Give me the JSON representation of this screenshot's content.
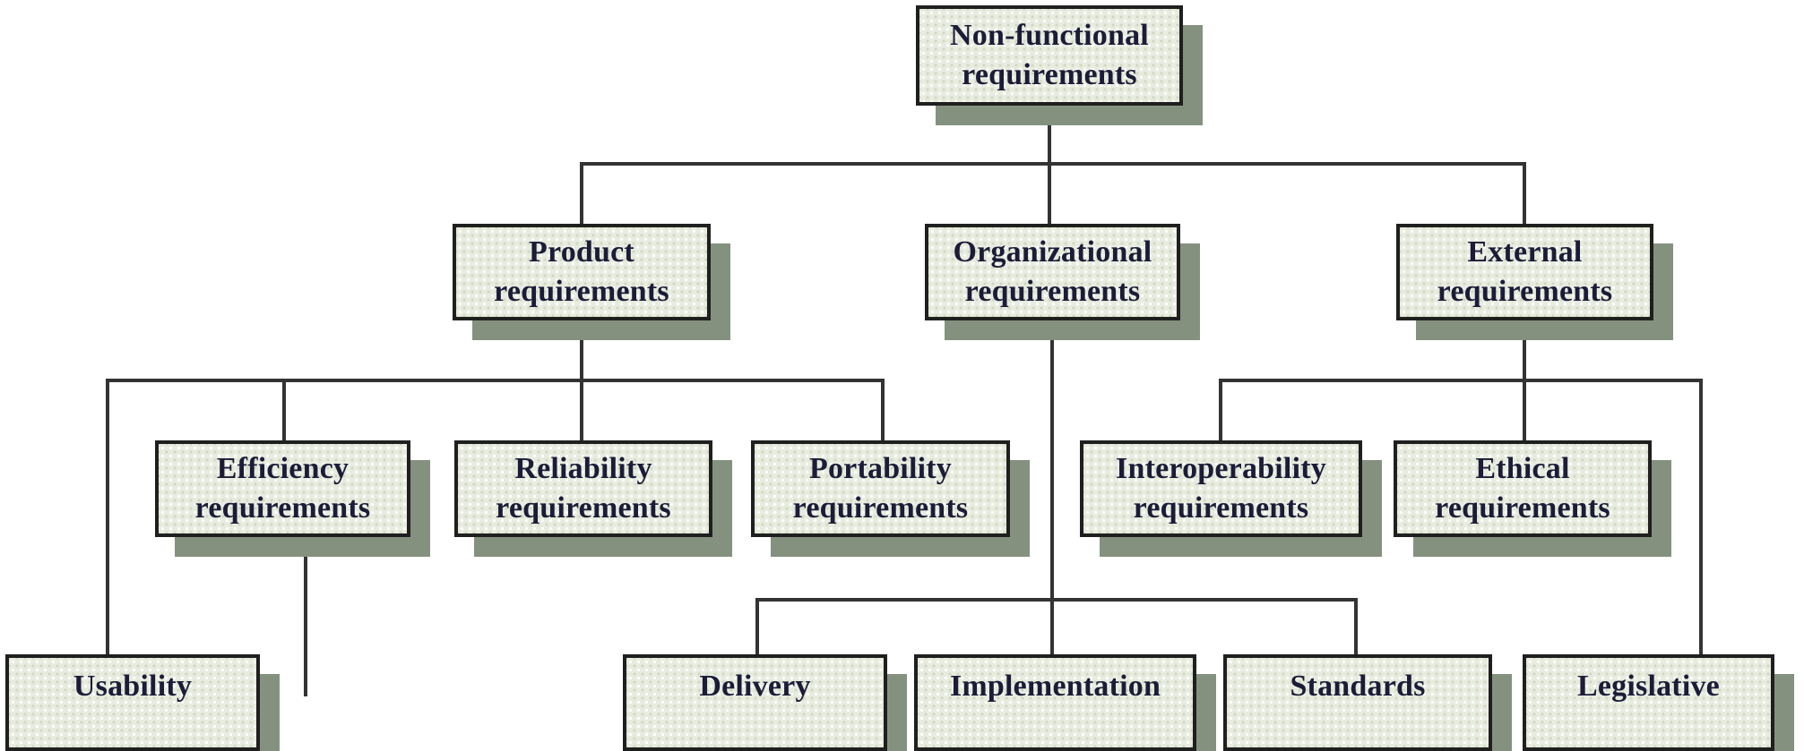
{
  "diagram": {
    "type": "tree",
    "description_visible_text_only": true
  },
  "colors": {
    "background": "#ffffff",
    "box_fill": "#e8ecdf",
    "box_border": "#1f1f1f",
    "box_shadow": "#85917f",
    "connector_line": "#333333",
    "text": "#1c1c38"
  },
  "nodes": {
    "root": {
      "line1": "Non-functional",
      "line2": "requirements"
    },
    "product": {
      "line1": "Product",
      "line2": "requirements"
    },
    "organizational": {
      "line1": "Organizational",
      "line2": "requirements"
    },
    "external": {
      "line1": "External",
      "line2": "requirements"
    },
    "efficiency": {
      "line1": "Efficiency",
      "line2": "requirements"
    },
    "reliability": {
      "line1": "Reliability",
      "line2": "requirements"
    },
    "portability": {
      "line1": "Portability",
      "line2": "requirements"
    },
    "interoperability": {
      "line1": "Interoperability",
      "line2": "requirements"
    },
    "ethical": {
      "line1": "Ethical",
      "line2": "requirements"
    },
    "usability": {
      "line1": "Usability"
    },
    "delivery": {
      "line1": "Delivery"
    },
    "implementation": {
      "line1": "Implementation"
    },
    "standards": {
      "line1": "Standards"
    },
    "legislative": {
      "line1": "Legislative"
    }
  },
  "edges": [
    [
      "root",
      "product"
    ],
    [
      "root",
      "organizational"
    ],
    [
      "root",
      "external"
    ],
    [
      "product",
      "usability"
    ],
    [
      "product",
      "efficiency"
    ],
    [
      "product",
      "reliability"
    ],
    [
      "product",
      "portability"
    ],
    [
      "organizational",
      "delivery"
    ],
    [
      "organizational",
      "implementation"
    ],
    [
      "organizational",
      "standards"
    ],
    [
      "external",
      "interoperability"
    ],
    [
      "external",
      "ethical"
    ],
    [
      "external",
      "legislative"
    ]
  ]
}
